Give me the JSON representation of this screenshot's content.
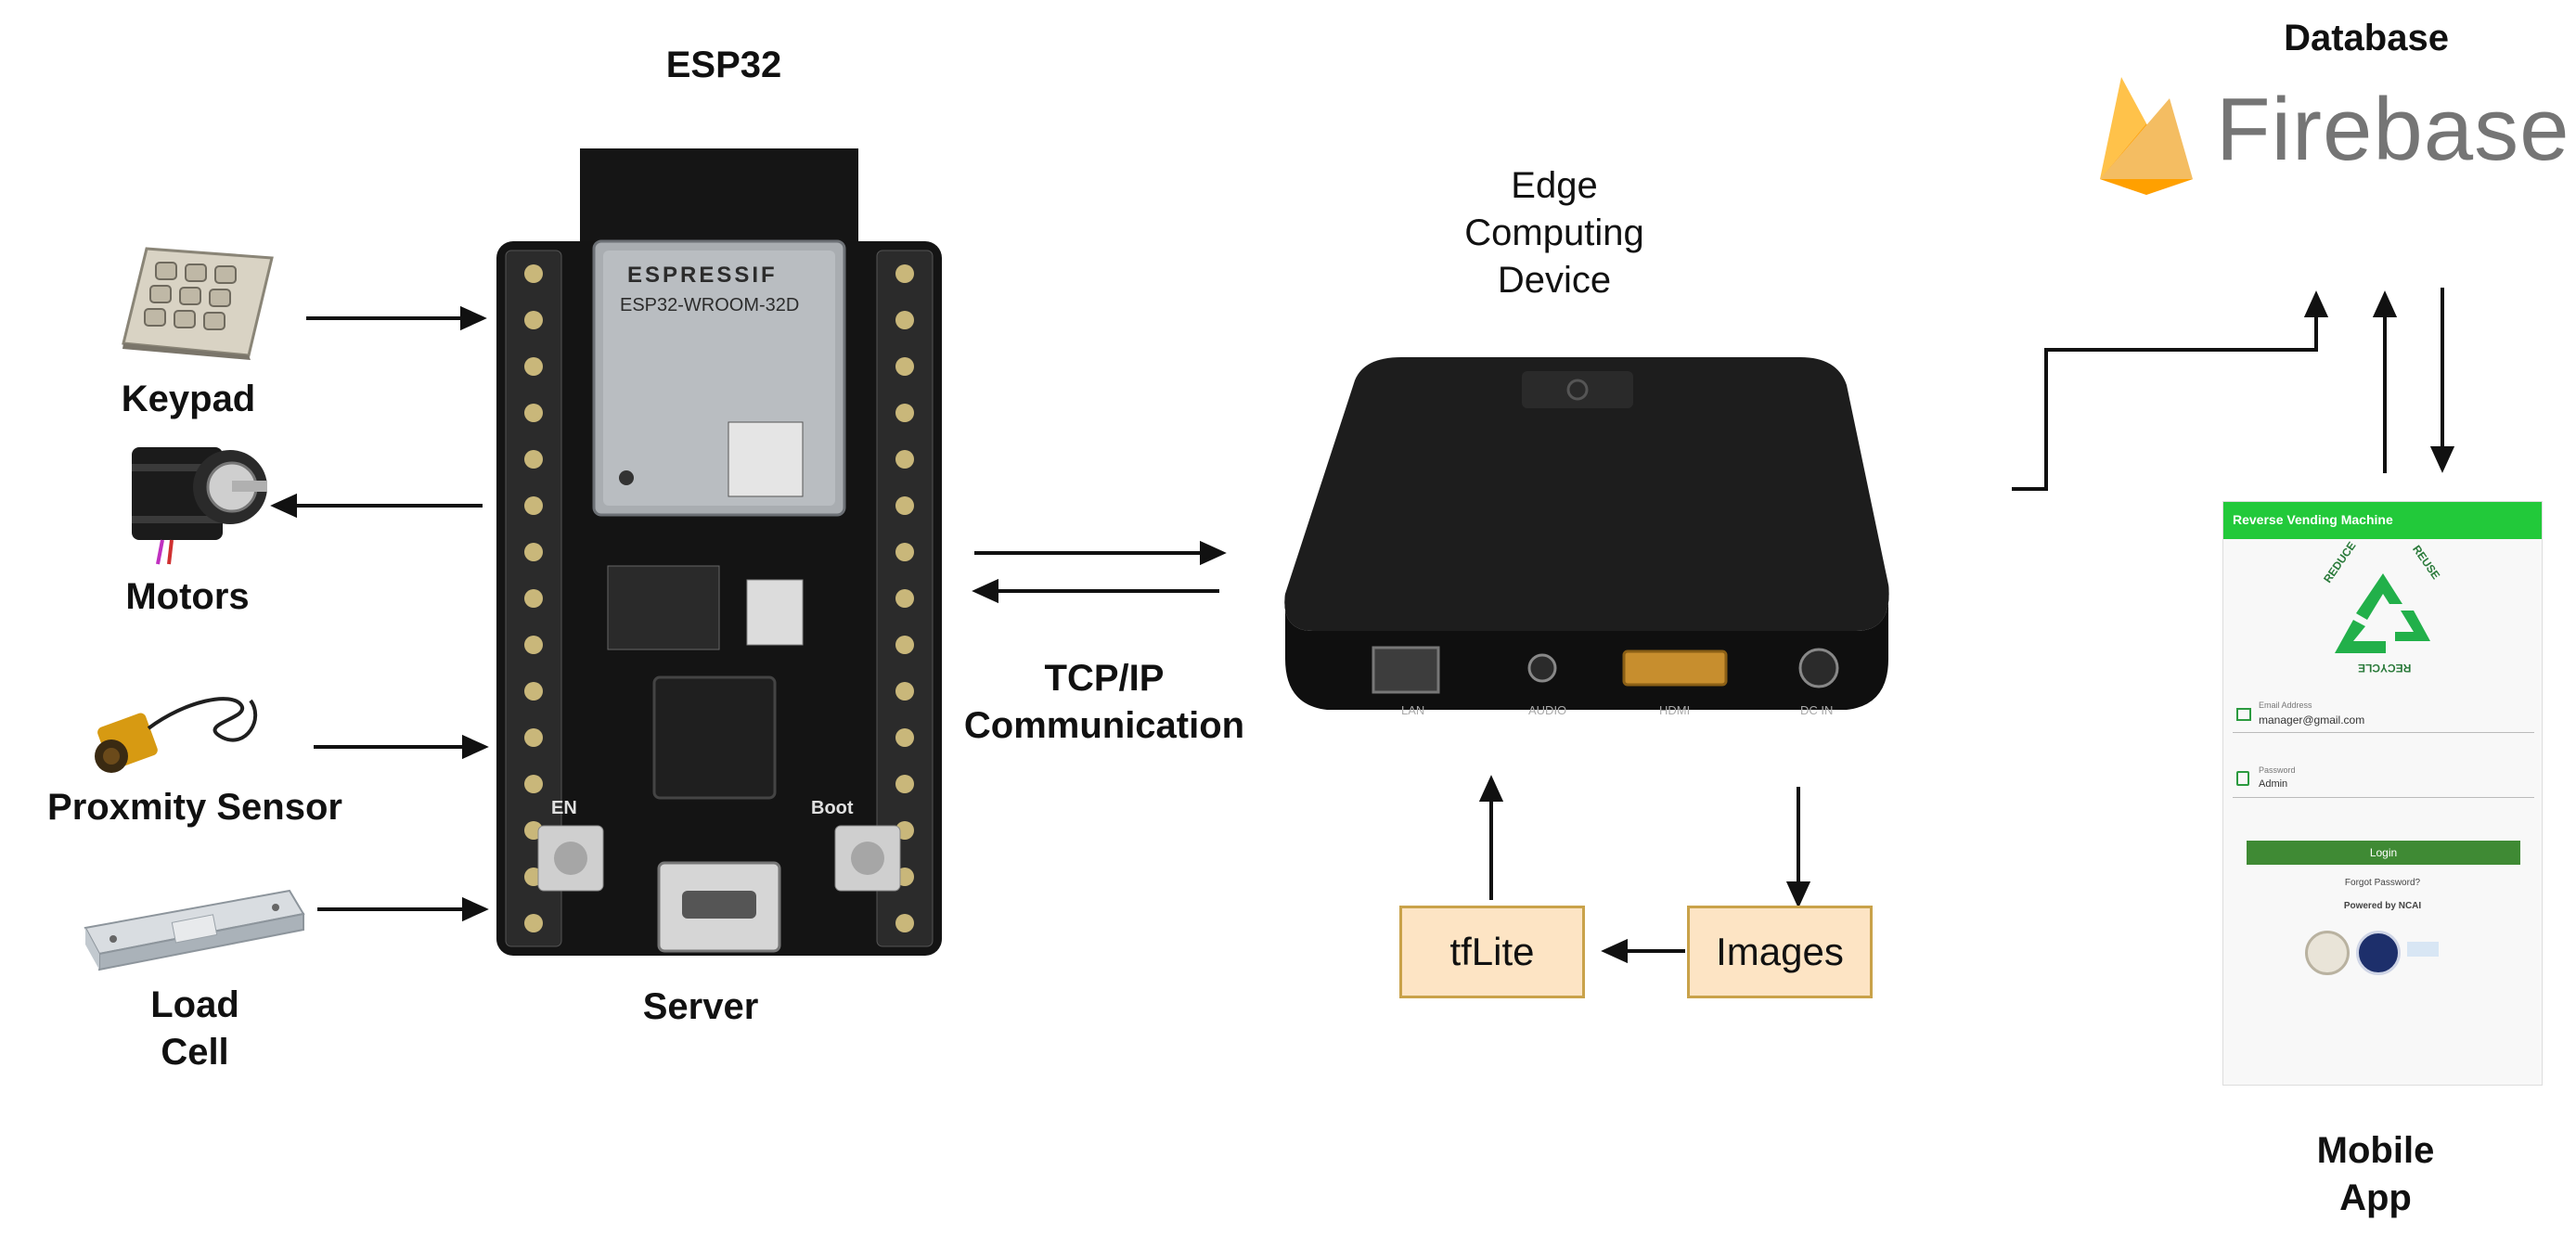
{
  "labels": {
    "esp32": "ESP32",
    "server": "Server",
    "keypad": "Keypad",
    "motors": "Motors",
    "proximity": "Proxmity Sensor",
    "load_cell": "Load\nCell",
    "tcpip": "TCP/IP\nCommunication",
    "edge": "Edge\nComputing\nDevice",
    "database": "Database",
    "firebase": "Firebase",
    "mobile_app": "Mobile\nApp"
  },
  "boxes": {
    "tflite": "tfLite",
    "images": "Images"
  },
  "esp_chip": {
    "brand": "ESPRESSIF",
    "model": "ESP32-WROOM-32D",
    "en": "EN",
    "boot": "Boot"
  },
  "edge_device_ports": [
    "LAN",
    "AUDIO",
    "HDMI",
    "DC IN"
  ],
  "mobile_screen": {
    "header": "Reverse Vending Machine",
    "logo_words": [
      "REDUCE",
      "REUSE",
      "RECYCLE"
    ],
    "email_label": "Email Address",
    "email_value": "manager@gmail.com",
    "password_label": "Password",
    "password_value": "Admin",
    "login_button": "Login",
    "forgot": "Forgot Password?",
    "powered_by": "Powered by NCAI"
  },
  "colors": {
    "box_fill": "#fde4c4",
    "box_border": "#c9a24a",
    "app_green": "#22c93a",
    "login_green": "#3f8a34",
    "firebase_text": "#757575"
  }
}
